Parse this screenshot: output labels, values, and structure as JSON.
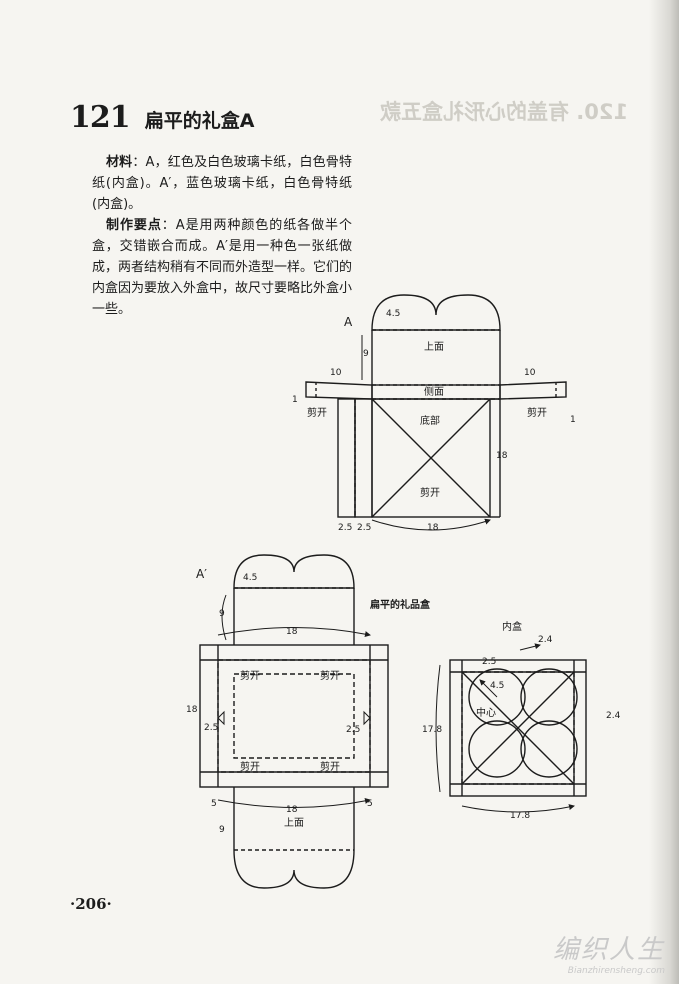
{
  "header": {
    "number": "121",
    "title": "扁平的礼盒A"
  },
  "body": {
    "materials_label": "材料",
    "materials_text": "：A，红色及白色玻璃卡纸，白色骨特纸(内盒)。A′，蓝色玻璃卡纸，白色骨特纸(内盒)。",
    "method_label": "制作要点",
    "method_text": "：A是用两种颜色的纸各做半个盒，交错嵌合而成。A′是用一种色一张纸做成，两者结构稍有不同而外造型一样。它们的内盒因为要放入外盒中，故尺寸要略比外盒小一些。"
  },
  "bleed_through": {
    "title": "120. 有盖的心形礼盒五款"
  },
  "diagram_a": {
    "label": "A",
    "top_face": "上面",
    "side_face": "侧面",
    "bottom_face": "底部",
    "cut_left": "剪开",
    "cut_right": "剪开",
    "cut_bottom": "剪开",
    "dims": {
      "flap_h": "4.5",
      "lid_h": "9",
      "tab_w": "10",
      "tab_w_right": "10",
      "tab_h": "1",
      "tab_h_right": "1",
      "side": "18",
      "width": "18",
      "strip_1": "2.5",
      "strip_2": "2.5"
    }
  },
  "diagram_a_prime": {
    "label": "A′",
    "caption": "扁平的礼品盒",
    "top_face": "上面",
    "cut_tl": "剪开",
    "cut_tr": "剪开",
    "cut_bl": "剪开",
    "cut_br": "剪开",
    "dims": {
      "flap_h": "4.5",
      "lid_h": "9",
      "lid_h_bottom": "9",
      "top_w": "18",
      "bottom_w": "18",
      "side": "18",
      "strip_left": "2.5",
      "strip_right": "2.5",
      "foot_left": "5",
      "foot_right": "5"
    }
  },
  "diagram_inner": {
    "caption": "内盒",
    "center_label": "中心",
    "dims": {
      "top": "2.4",
      "corner": "2.5",
      "radius": "4.5",
      "right": "2.4",
      "left": "17.8",
      "bottom": "17.8"
    }
  },
  "footer": {
    "page_number": "·206·",
    "watermark": "编织人生",
    "watermark_url": "Bianzhirensheng.com"
  }
}
